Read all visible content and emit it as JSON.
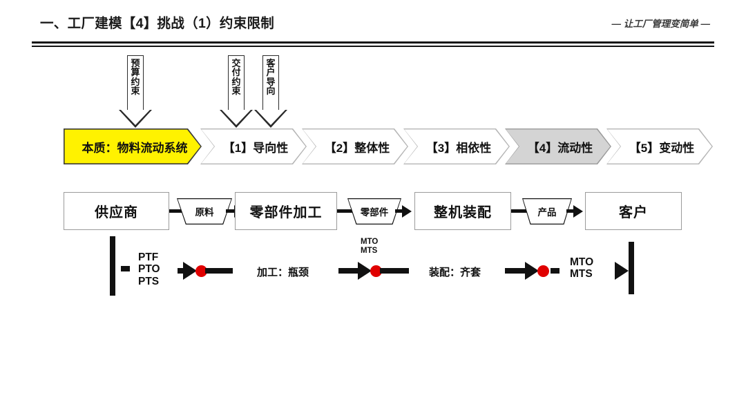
{
  "header": {
    "title": "一、工厂建模【4】挑战（1）约束限制",
    "tagline": "— 让工厂管理变简单 —"
  },
  "constraints": [
    {
      "id": "budget",
      "label": "预算约束"
    },
    {
      "id": "delivery",
      "label": "交付约束"
    },
    {
      "id": "customer",
      "label": "客户导向"
    }
  ],
  "chevrons": [
    {
      "id": "essence",
      "label": "本质：物料流动系统",
      "fill": "#FFF200",
      "border": "#3a3a3a",
      "active": true
    },
    {
      "id": "orientation",
      "label": "【1】导向性",
      "fill": "#FFFFFF",
      "border": "#b5b5b5",
      "active": false
    },
    {
      "id": "integrity",
      "label": "【2】整体性",
      "fill": "#FFFFFF",
      "border": "#b5b5b5",
      "active": false
    },
    {
      "id": "dependency",
      "label": "【3】相依性",
      "fill": "#FFFFFF",
      "border": "#b5b5b5",
      "active": false
    },
    {
      "id": "fluidity",
      "label": "【4】流动性",
      "fill": "#D4D4D4",
      "border": "#9a9a9a",
      "active": true
    },
    {
      "id": "variability",
      "label": "【5】变动性",
      "fill": "#FFFFFF",
      "border": "#b5b5b5",
      "active": false
    }
  ],
  "process": {
    "boxes": [
      {
        "id": "supplier",
        "label": "供应商"
      },
      {
        "id": "parts",
        "label": "零部件加工"
      },
      {
        "id": "assembly",
        "label": "整机装配"
      },
      {
        "id": "customer",
        "label": "客户"
      }
    ],
    "materials": [
      {
        "id": "raw",
        "label": "原料"
      },
      {
        "id": "component",
        "label": "零部件"
      },
      {
        "id": "product",
        "label": "产品"
      }
    ]
  },
  "flow": {
    "order_types": [
      "PTF",
      "PTO",
      "PTS"
    ],
    "stages": [
      {
        "id": "machining",
        "label": "加工：瓶颈"
      },
      {
        "id": "assembly",
        "label": "装配：齐套"
      }
    ],
    "mto_mts_mid": "MTO\nMTS",
    "mto_mid_line1": "MTO",
    "mto_mid_line2": "MTS",
    "mto_right_line1": "MTO",
    "mto_right_line2": "MTS"
  },
  "colors": {
    "accent_yellow": "#FFF200",
    "active_gray": "#D4D4D4",
    "dot_red": "#E00000",
    "ink": "#111111"
  }
}
